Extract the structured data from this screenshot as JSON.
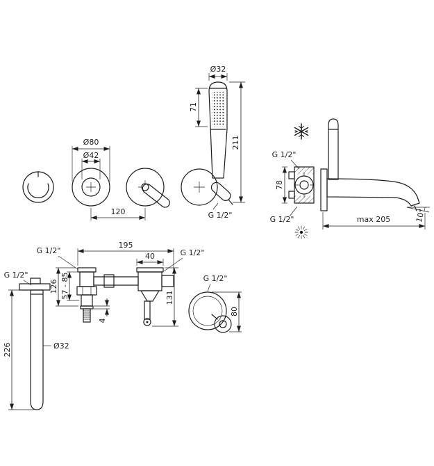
{
  "colors": {
    "background": "#ffffff",
    "line": "#1d1d1b"
  },
  "icons": {
    "cold": "snowflake-icon",
    "hot": "sun-icon"
  },
  "views": {
    "hand_shower": {
      "dia": "Ø32",
      "face_length": "71",
      "total_length": "211"
    },
    "front": {
      "outer_dia": "Ø80",
      "inner_dia": "Ø42",
      "spacing": "120",
      "outlet_thread": "G 1/2\""
    },
    "side": {
      "thread_top": "G 1/2\"",
      "valve_height": "78",
      "thread_bottom": "G 1/2\"",
      "reach": "max 205",
      "angle": "10°"
    },
    "section": {
      "width": "195",
      "outlet_offset": "40",
      "thread_left": "G 1/2\"",
      "thread_right": "G 1/2\"",
      "thread_holder": "G 1/2\"",
      "depth": "126",
      "depth_range": "57 - 85",
      "plate_thickness": "4",
      "height": "131",
      "holder_dia": "80"
    },
    "wall_spout": {
      "thread": "G 1/2\"",
      "length": "226",
      "dia": "Ø32"
    }
  }
}
